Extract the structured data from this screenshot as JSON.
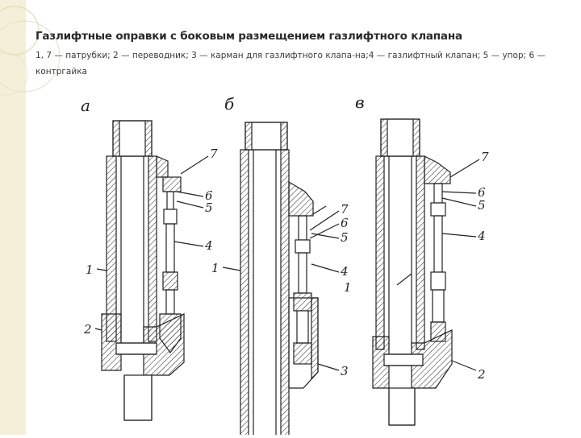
{
  "slide": {
    "title": "Газлифтные оправки с боковым размещением газлифтного клапана",
    "caption": "1, 7 — патрубки; 2 — переводник; 3 — карман для газлифтного клапа-на;4 — газлифтный клапан; 5 — упор; 6 — контргайка"
  },
  "figure": {
    "panel_a": {
      "letter": "а",
      "labels": [
        "7",
        "6",
        "5",
        "4",
        "1",
        "2"
      ]
    },
    "panel_b": {
      "letter": "б",
      "labels": [
        "7",
        "6",
        "5",
        "1",
        "4",
        "3"
      ]
    },
    "panel_c": {
      "letter": "в",
      "labels": [
        "7",
        "6",
        "5",
        "4",
        "1",
        "2"
      ]
    }
  }
}
